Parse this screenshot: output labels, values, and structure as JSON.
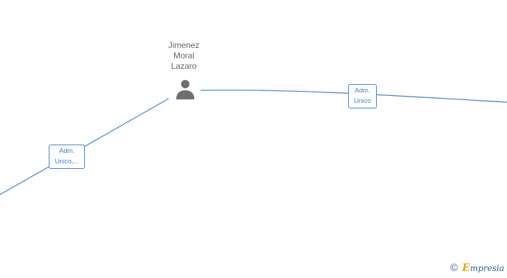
{
  "person": {
    "name_line1": "Jimenez",
    "name_line2": "Moral",
    "name_line3": "Lazaro",
    "icon": "person-icon"
  },
  "edges": {
    "left": {
      "label_line1": "Adm.",
      "label_line2": "Unico,..."
    },
    "right": {
      "label_line1": "Adm.",
      "label_line2": "Unico"
    }
  },
  "brand": {
    "copyright_symbol": "©",
    "initial": "E",
    "rest": "mpresia"
  },
  "colors": {
    "edge": "#3a7fd5",
    "person": "#666666",
    "brand_text": "#2a5f8a",
    "brand_accent": "#f0a500"
  }
}
